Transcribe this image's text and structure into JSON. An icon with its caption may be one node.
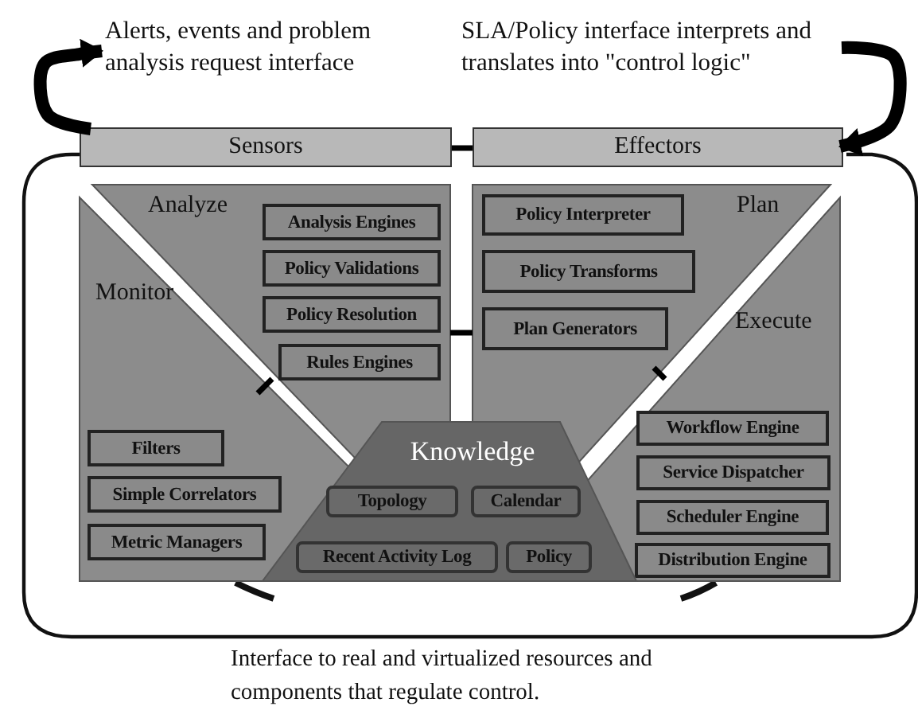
{
  "diagram": {
    "nodes": [
      {
        "text": [
          "Alerts, events and problem analysis request  interface"
        ]
      },
      {
        "text": [
          "SLA/Policy interface interprets and translates into \"control logic\""
        ]
      },
      {
        "text": [
          "Sensors"
        ]
      },
      {
        "text": [
          "Effectors"
        ]
      },
      {
        "text": [
          "Analyze"
        ]
      },
      {
        "text": [
          "Analysis Engines"
        ],
        "in": 4
      },
      {
        "text": [
          "Policy Validations"
        ],
        "in": 4
      },
      {
        "text": [
          "Policy Resolution"
        ],
        "in": 4
      },
      {
        "text": [
          "Rules Engines"
        ],
        "in": 4
      },
      {
        "text": [
          "Monitor"
        ]
      },
      {
        "text": [
          "Filters"
        ],
        "in": 9
      },
      {
        "text": [
          "Simple Correlators"
        ],
        "in": 9
      },
      {
        "text": [
          "Metric Managers"
        ],
        "in": 9
      },
      {
        "text": [
          "Plan"
        ]
      },
      {
        "text": [
          "Policy Interpreter"
        ],
        "in": 13
      },
      {
        "text": [
          "Policy Transforms"
        ],
        "in": 13
      },
      {
        "text": [
          "Plan Generators"
        ],
        "in": 13
      },
      {
        "text": [
          "Execute"
        ]
      },
      {
        "text": [
          "Workflow Engine"
        ],
        "in": 17
      },
      {
        "text": [
          "Service Dispatcher"
        ],
        "in": 17
      },
      {
        "text": [
          "Scheduler Engine"
        ],
        "in": 17
      },
      {
        "text": [
          "Distribution Engine"
        ],
        "in": 17
      },
      {
        "text": [
          "Knowledge"
        ]
      },
      {
        "text": [
          "Topology"
        ],
        "in": 22
      },
      {
        "text": [
          "Calendar"
        ],
        "in": 22
      },
      {
        "text": [
          "Recent Activity Log"
        ],
        "in": 22
      },
      {
        "text": [
          "Policy"
        ],
        "in": 22
      }
    ],
    "edges": [
      {
        "from": 2,
        "to": 0,
        "arrow": "to",
        "style": "thick"
      },
      {
        "from": 1,
        "to": 3,
        "arrow": "to",
        "style": "thick"
      },
      {
        "from": 2,
        "to": 3,
        "arrow": "none"
      },
      {
        "from": 4,
        "to": 13,
        "arrow": "none"
      },
      {
        "from": 9,
        "to": 4,
        "arrow": "none"
      },
      {
        "from": 13,
        "to": 17,
        "arrow": "none"
      }
    ],
    "labels": [
      "Interface to real and virtualized resources and components that regulate control."
    ]
  }
}
